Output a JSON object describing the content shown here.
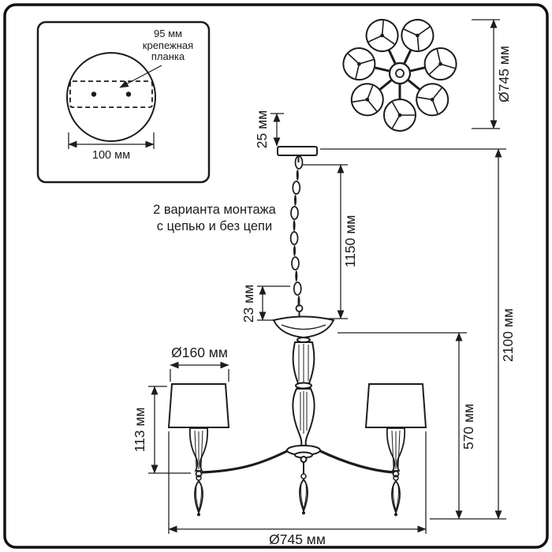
{
  "page": {
    "background": "#ffffff",
    "line_color": "#1c1c1c"
  },
  "mount_inset": {
    "plate_offset": "95 мм",
    "plate_label_line1": "крепежная",
    "plate_label_line2": "планка",
    "base_width": "100 мм"
  },
  "top_view": {
    "overall_diameter": "Ø745 мм"
  },
  "side_view": {
    "canopy_height": "25 мм",
    "suspension_length": "1150 мм",
    "connector_height": "23 мм",
    "mounting_note_line1": "2 варианта монтажа",
    "mounting_note_line2": "с цепью и без цепи",
    "overall_height": "2100 мм",
    "body_height": "570 мм",
    "shade_unit_height": "113 мм",
    "shade_diameter": "Ø160 мм",
    "overall_diameter": "Ø745 мм"
  }
}
